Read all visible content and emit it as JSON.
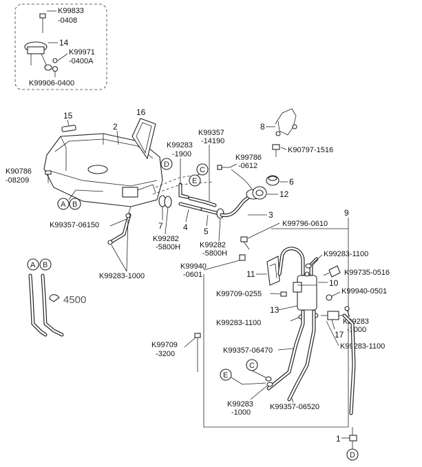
{
  "inset": {
    "labels": [
      "K99833",
      "-0408",
      "14",
      "K99971",
      "-0400A",
      "K99906-0400"
    ]
  },
  "labels": {
    "l15": "15",
    "l16": "16",
    "l2": "2",
    "k90786a": "K90786",
    "k90786b": "-08209",
    "k99357a": "K99357",
    "k99357b": "-14190",
    "k99283_1900a": "K99283",
    "k99283_1900b": "-1900",
    "l8": "8",
    "k90797": "K90797-1516",
    "k99786a": "K99786",
    "k99786b": "-0612",
    "l6": "6",
    "l12": "12",
    "l3": "3",
    "l7": "7",
    "l4": "4",
    "l5": "5",
    "k99357_06150": "K99357-06150",
    "k99282a_1": "K99282",
    "k99282a_2": "-5800H",
    "k99282b_1": "K99282",
    "k99282b_2": "-5800H",
    "k99796": "K99796-0610",
    "l9": "9",
    "k99283_1000a": "K99283-1000",
    "k99940a": "K99940",
    "k99940b": "-0601",
    "k99283_1100a": "K99283-1100",
    "k99735": "K99735-0516",
    "l11": "11",
    "l10": "10",
    "k99709_0255": "K99709-0255",
    "k99940_0501": "K99940-0501",
    "l13": "13",
    "k99283_1100b": "K99283-1100",
    "k99283_1000ba": "K99283",
    "k99283_1000bb": "-1000",
    "l17": "17",
    "k99283_1100c": "K99283-1100",
    "k99709a": "K99709",
    "k99709b": "-3200",
    "k99357_06470": "K99357-06470",
    "k99283_1000ca": "K99283",
    "k99283_1000cb": "-1000",
    "k99357_06520": "K99357-06520",
    "l1": "1",
    "l4500": "4500"
  },
  "callouts": {
    "A": "A",
    "B": "B",
    "C": "C",
    "D": "D",
    "E": "E"
  }
}
